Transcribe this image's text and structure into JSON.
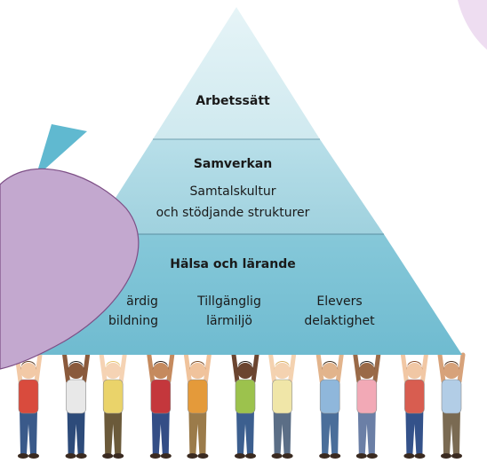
{
  "pyramid": {
    "top": {
      "title": "Arbetssätt"
    },
    "middle": {
      "title": "Samverkan",
      "lines": [
        "Samtalskultur",
        "och stödjande strukturer"
      ]
    },
    "bottom": {
      "title": "Hälsa och lärande",
      "items": [
        {
          "line1": "ärdig",
          "line2": "bildning"
        },
        {
          "line1": "Tillgänglig",
          "line2": "lärmiljö"
        },
        {
          "line1": "Elevers",
          "line2": "delaktighet"
        }
      ]
    }
  },
  "colors": {
    "top": "#d8eef3",
    "middle": "#a9d7e3",
    "bottom": "#79c1d4",
    "bubble": "#c3a8cf",
    "bubble_stroke": "#7d4f86",
    "accent_triangle": "#4fb1cb"
  },
  "people_count": 11
}
